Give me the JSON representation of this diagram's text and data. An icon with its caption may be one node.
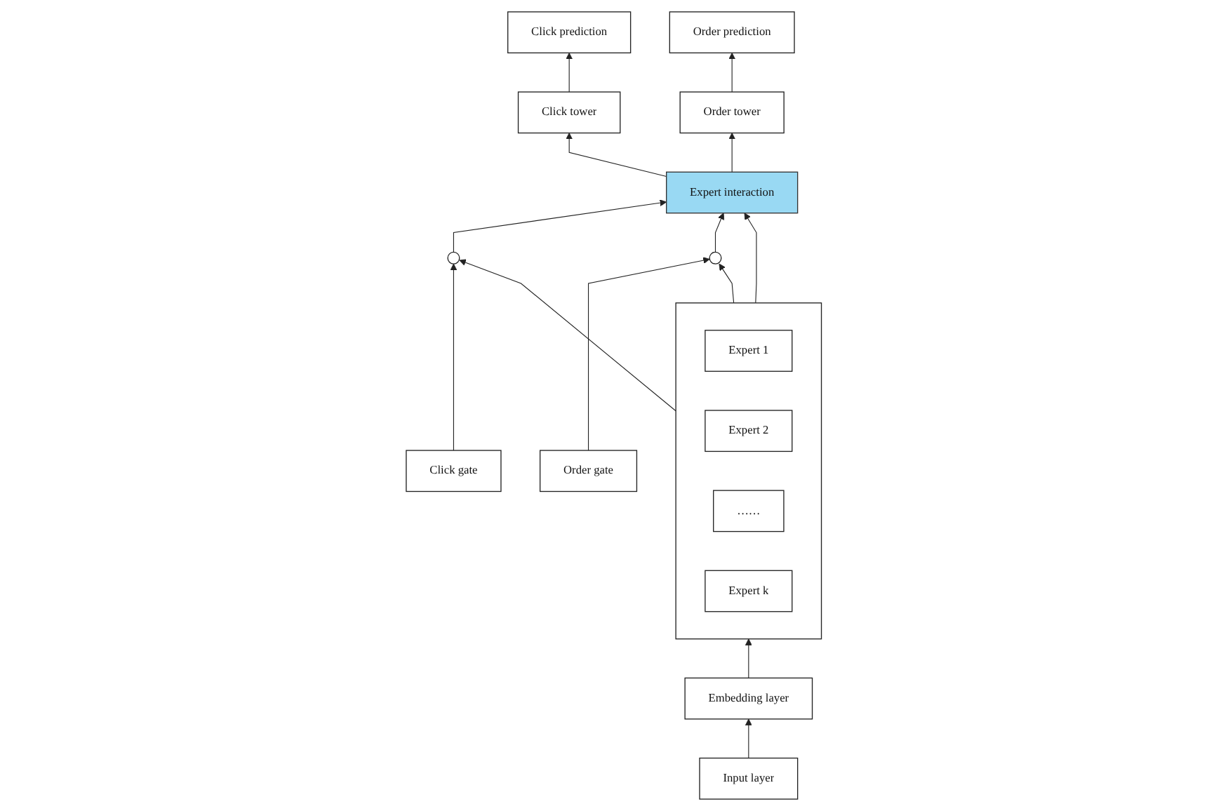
{
  "diagram": {
    "nodes": [
      {
        "text": [
          "Click prediction"
        ]
      },
      {
        "text": [
          "Order prediction"
        ]
      },
      {
        "text": [
          "Click tower"
        ]
      },
      {
        "text": [
          "Order tower"
        ]
      },
      {
        "text": [
          "Expert interaction"
        ]
      },
      {
        "text": [
          "Click gate"
        ]
      },
      {
        "text": [],
        "shape": "box"
      },
      {
        "text": [
          "Expert 1"
        ],
        "in": 6
      },
      {
        "text": [
          "Expert 2"
        ],
        "in": 6
      },
      {
        "text": [
          "……"
        ],
        "in": 6
      },
      {
        "text": [
          "Expert k"
        ],
        "in": 6
      },
      {
        "text": [
          "Order gate"
        ]
      },
      {
        "text": [],
        "shape": "circle"
      },
      {
        "text": [],
        "shape": "circle"
      },
      {
        "text": [
          "Embedding layer"
        ]
      },
      {
        "text": [
          "Input layer"
        ]
      }
    ],
    "edges": [
      {
        "from": 15,
        "to": 14,
        "arrow": "to"
      },
      {
        "from": 14,
        "to": 6,
        "arrow": "to"
      },
      {
        "from": 5,
        "to": 12,
        "arrow": "to"
      },
      {
        "from": 6,
        "to": 12,
        "arrow": "to"
      },
      {
        "from": 6,
        "to": 13,
        "arrow": "to"
      },
      {
        "from": 11,
        "to": 13,
        "arrow": "to"
      },
      {
        "from": 12,
        "to": 4,
        "arrow": "to"
      },
      {
        "from": 13,
        "to": 4,
        "arrow": "to"
      },
      {
        "from": 6,
        "to": 4,
        "arrow": "to"
      },
      {
        "from": 4,
        "to": 2,
        "arrow": "to"
      },
      {
        "from": 4,
        "to": 3,
        "arrow": "to"
      },
      {
        "from": 2,
        "to": 0,
        "arrow": "to"
      },
      {
        "from": 3,
        "to": 1,
        "arrow": "to"
      }
    ]
  }
}
